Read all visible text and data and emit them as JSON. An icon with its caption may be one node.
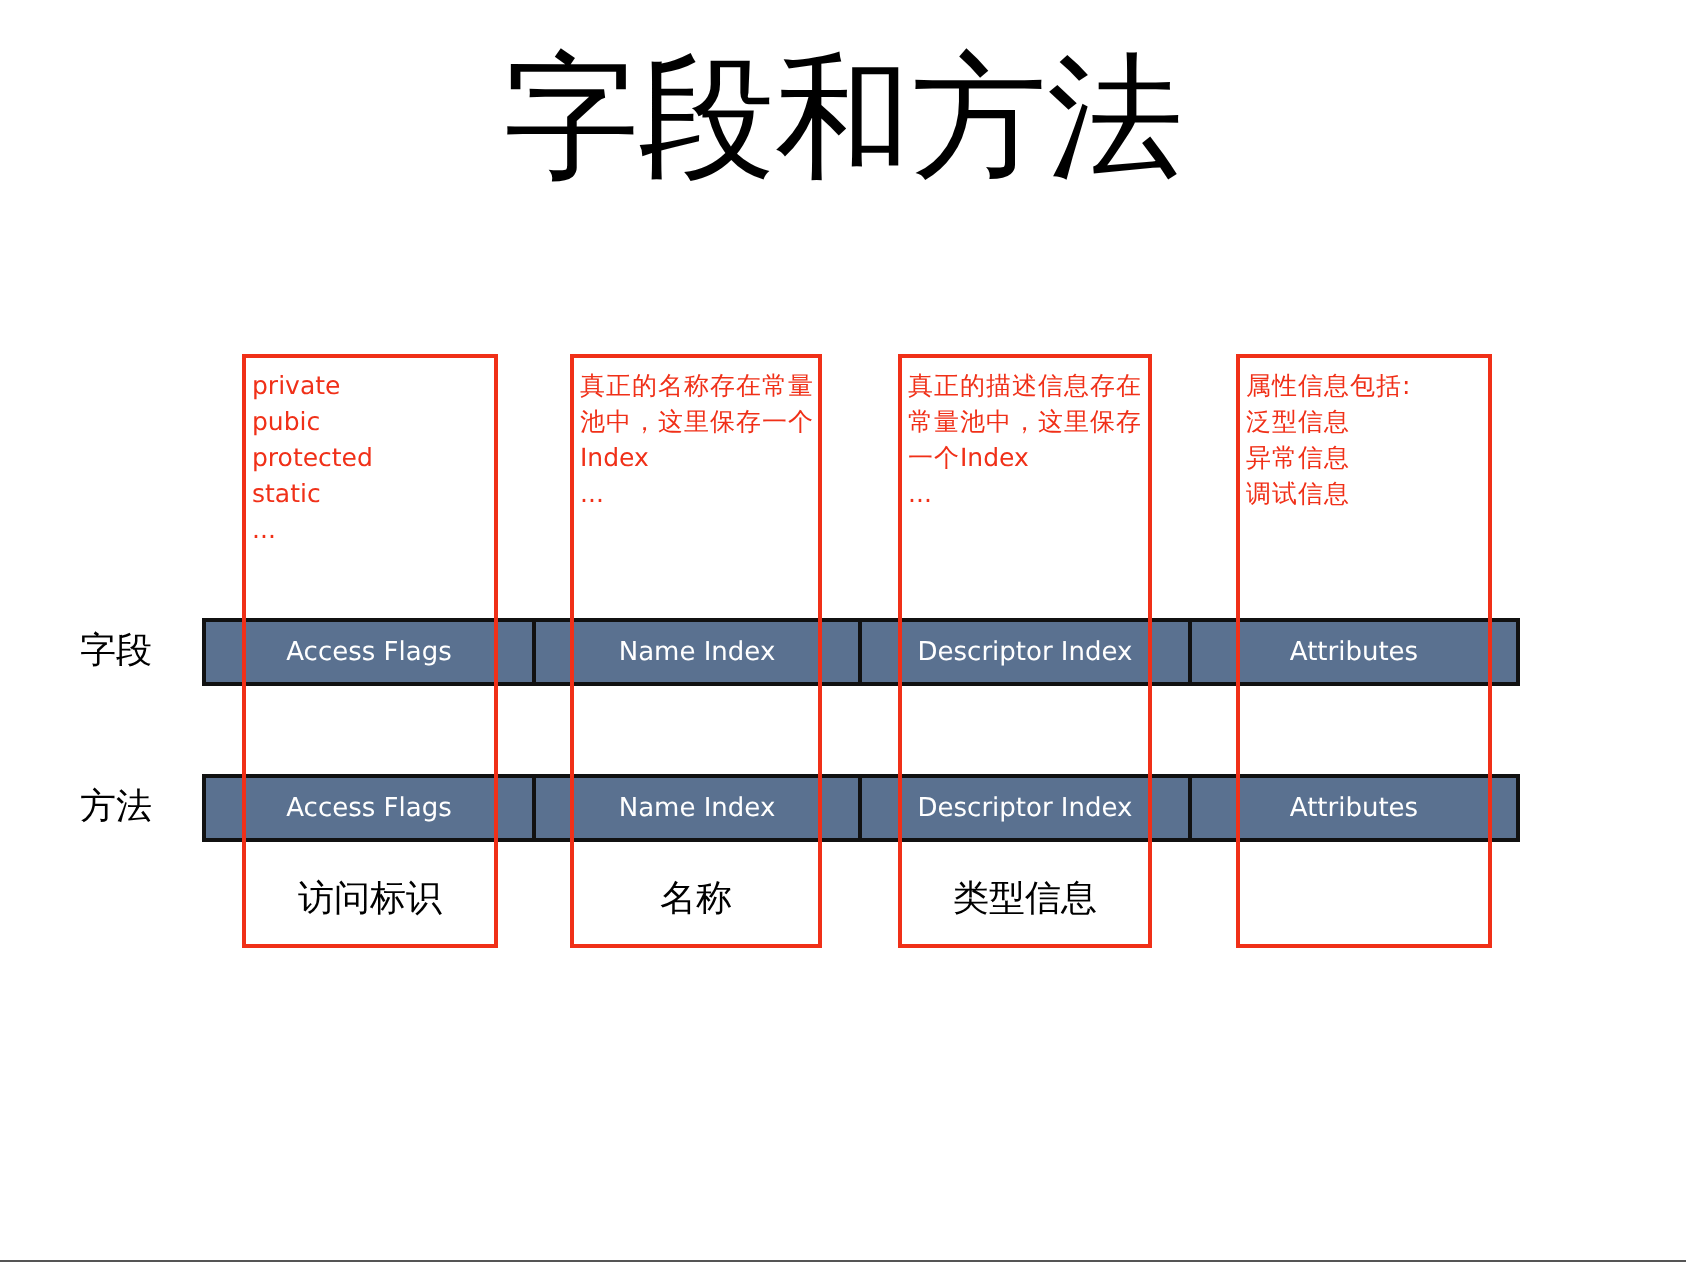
{
  "diagram": {
    "title": "字段和方法",
    "nodes": [
      {
        "text": [
          "private pubic protected static ...",
          "访问标识"
        ]
      },
      {
        "text": [
          "真正的名称存在常量池中，这里保存一个Index ...",
          "名称"
        ]
      },
      {
        "text": [
          "真正的描述信息存在常量池中，这里保存一个Index ...",
          "类型信息"
        ]
      },
      {
        "text": [
          "属性信息包括:",
          "泛型信息",
          "异常信息",
          "调试信息"
        ]
      },
      {
        "text": [
          "Access Flags"
        ]
      },
      {
        "text": [
          "Name Index"
        ]
      },
      {
        "text": [
          "Descriptor Index"
        ]
      },
      {
        "text": [
          "Attributes"
        ]
      },
      {
        "text": [
          "Access Flags"
        ]
      },
      {
        "text": [
          "Name Index"
        ]
      },
      {
        "text": [
          "Descriptor Index"
        ]
      },
      {
        "text": [
          "Attributes"
        ]
      }
    ],
    "labels": [
      "字段",
      "方法"
    ]
  }
}
